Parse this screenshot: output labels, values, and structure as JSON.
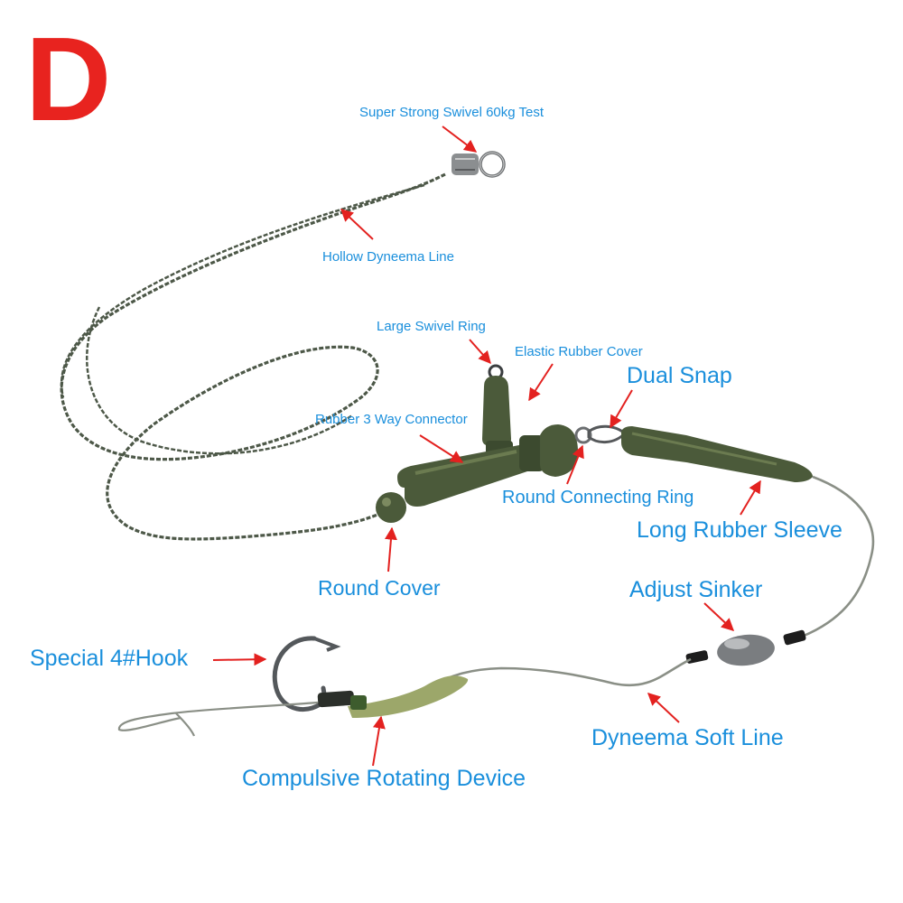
{
  "badge": {
    "letter": "D",
    "color": "#e8231f"
  },
  "colors": {
    "label": "#1a8fdc",
    "arrow": "#e3211f",
    "line": "#4d5848",
    "rubber": "#4b5a3a",
    "rubber_light": "#6b7b50",
    "sleeve_light": "#9ca76a",
    "metal": "#8b8e90"
  },
  "labels": {
    "swivel_60kg": "Super Strong Swivel 60kg Test",
    "hollow_line": "Hollow Dyneema Line",
    "large_swivel_ring": "Large Swivel Ring",
    "elastic_cover": "Elastic Rubber Cover",
    "dual_snap": "Dual Snap",
    "three_way_connector": "Rubber 3 Way Connector",
    "round_ring": "Round Connecting Ring",
    "long_sleeve": "Long Rubber Sleeve",
    "round_cover": "Round Cover",
    "adjust_sinker": "Adjust Sinker",
    "hook": "Special 4#Hook",
    "soft_line": "Dyneema Soft Line",
    "rotating_device": "Compulsive Rotating Device"
  }
}
